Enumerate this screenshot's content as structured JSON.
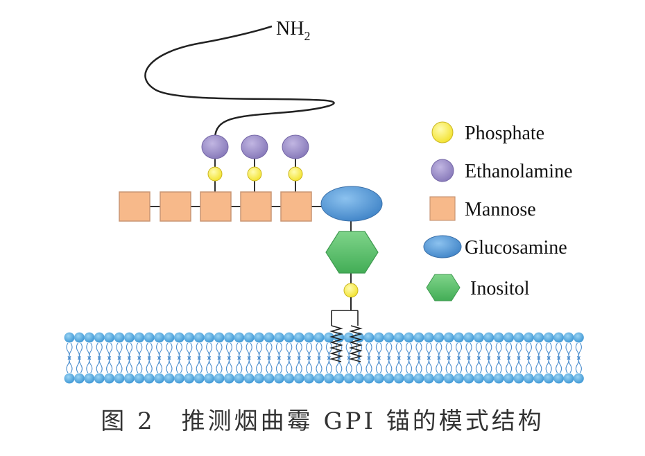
{
  "diagram": {
    "terminal_label": "NH",
    "terminal_subscript": "2",
    "legend": [
      {
        "key": "phosphate",
        "label": "Phosphate",
        "shape": "circle",
        "color": "#f7ec3a"
      },
      {
        "key": "ethanolamine",
        "label": "Ethanolamine",
        "shape": "circle",
        "color": "#9e90c8"
      },
      {
        "key": "mannose",
        "label": "Mannose",
        "shape": "square",
        "color": "#f7b98a"
      },
      {
        "key": "glucosamine",
        "label": "Glucosamine",
        "shape": "ellipse",
        "color": "#4f93d2"
      },
      {
        "key": "inositol",
        "label": "Inositol",
        "shape": "hexagon",
        "color": "#5cc06a"
      }
    ],
    "colors": {
      "membrane_head": "#4aa3dc",
      "membrane_tail": "#4d8fcf",
      "chain_line": "#222222"
    }
  },
  "caption": "图 2　推测烟曲霉 GPI 锚的模式结构"
}
